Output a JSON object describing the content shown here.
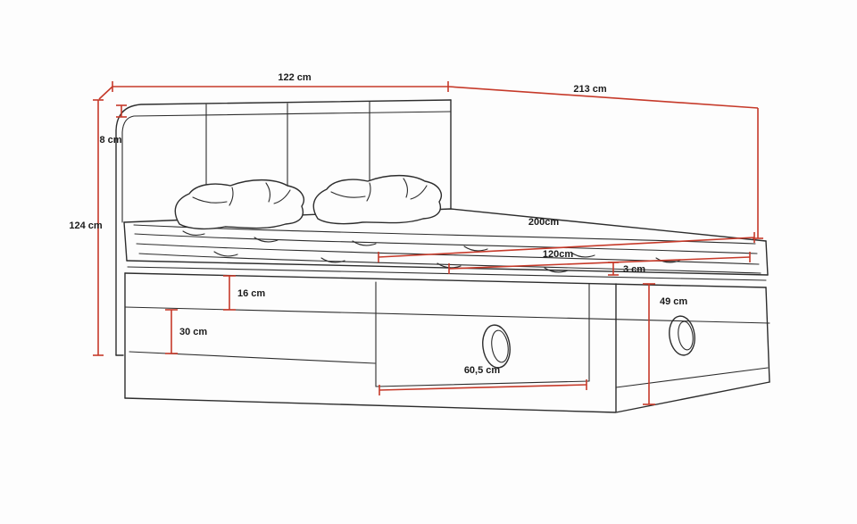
{
  "drawing": {
    "subject": "upholstered-bed-with-storage-dimension-diagram",
    "colors": {
      "line": "#2d2d2d",
      "dimension": "#c63a2a",
      "background": "#fdfdfd",
      "label_text": "#1b1b1b"
    },
    "dimensions": {
      "headboard_width": "122 cm",
      "total_length": "213 cm",
      "headboard_top_thickness": "8 cm",
      "total_height": "124 cm",
      "mattress_length": "200cm",
      "mattress_width": "120cm",
      "mattress_trim": "3 cm",
      "top_frame_height": "16 cm",
      "drawer_front_height": "30 cm",
      "base_height": "49 cm",
      "drawer_width": "60,5 cm"
    }
  }
}
